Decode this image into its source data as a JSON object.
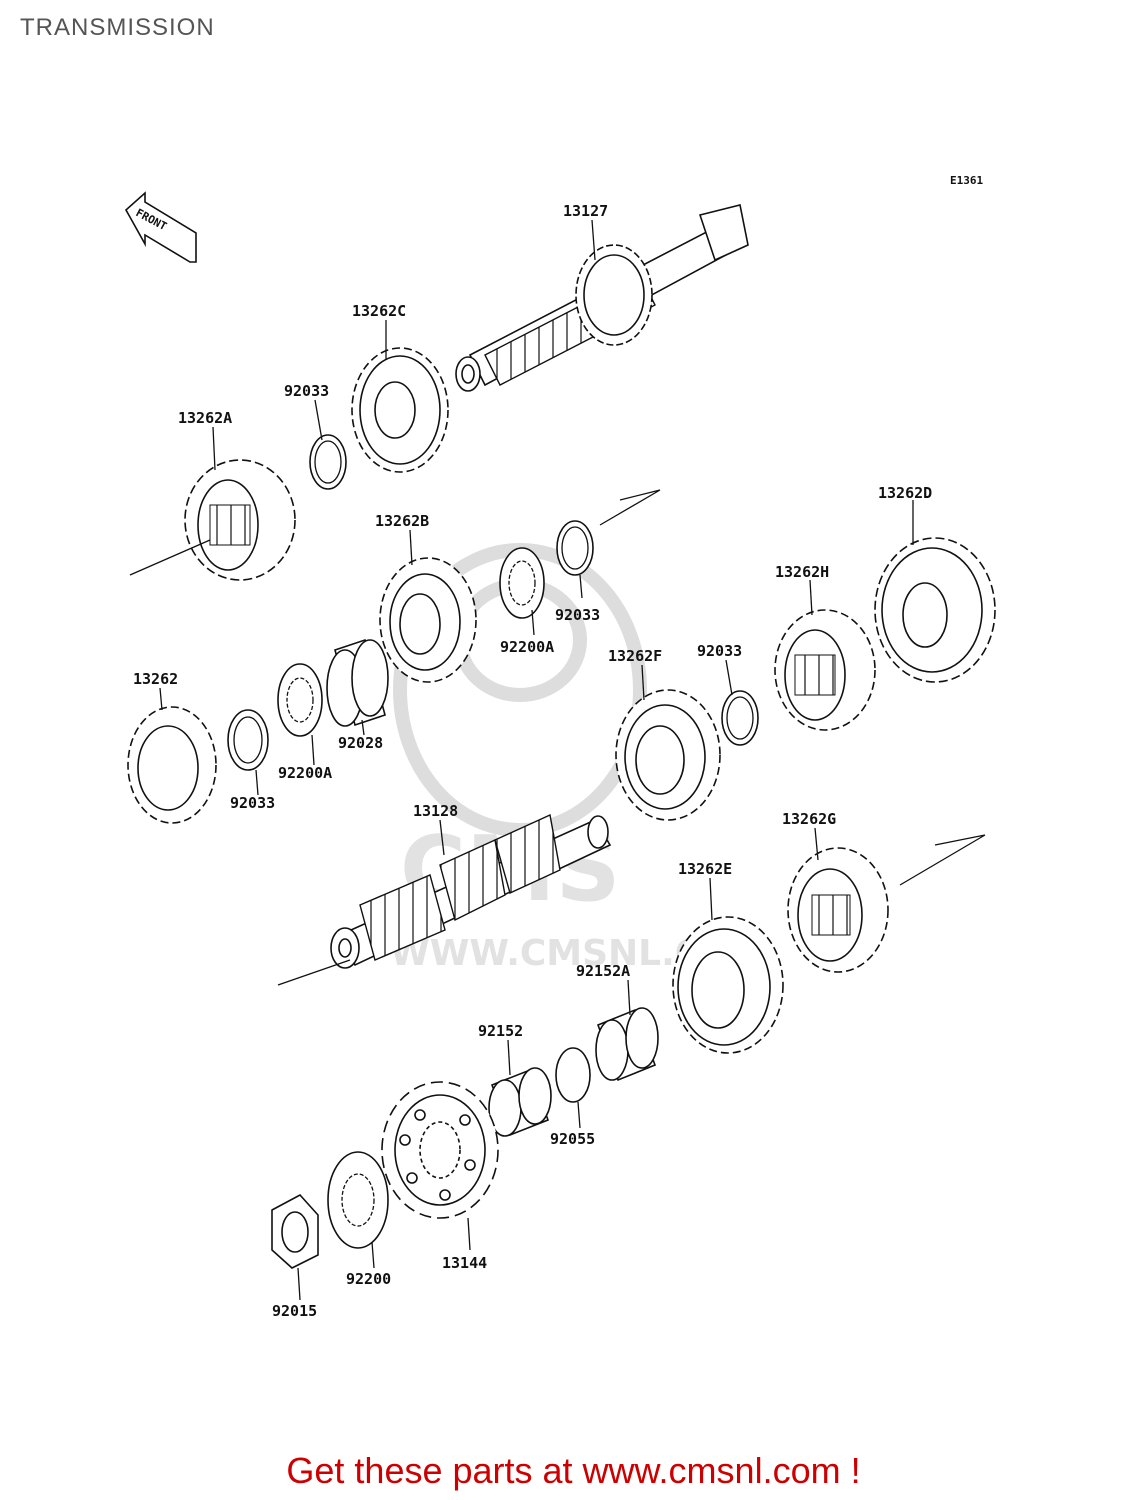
{
  "title": "TRANSMISSION",
  "diagram_code": "E1361",
  "front_marker": "FRONT",
  "watermark": {
    "logo": "CMS",
    "url": "WWW.CMSNL.COM"
  },
  "parts": {
    "p13127": "13127",
    "p13262C": "13262C",
    "p92033_a": "92033",
    "p13262A": "13262A",
    "p13262B": "13262B",
    "p92200A_a": "92200A",
    "p92033_b": "92033",
    "p13262D": "13262D",
    "p13262H": "13262H",
    "p92033_c": "92033",
    "p13262F": "13262F",
    "p13262": "13262",
    "p92033_d": "92033",
    "p92200A_b": "92200A",
    "p92028": "92028",
    "p13128": "13128",
    "p13262G": "13262G",
    "p13262E": "13262E",
    "p92152A": "92152A",
    "p92152": "92152",
    "p92055": "92055",
    "p92200": "92200",
    "p13144": "13144",
    "p92015": "92015"
  },
  "footer": "Get these parts at www.cmsnl.com !",
  "colors": {
    "footer": "#cc0000",
    "title": "#555555",
    "line": "#111111",
    "watermark": "#dddddd"
  }
}
